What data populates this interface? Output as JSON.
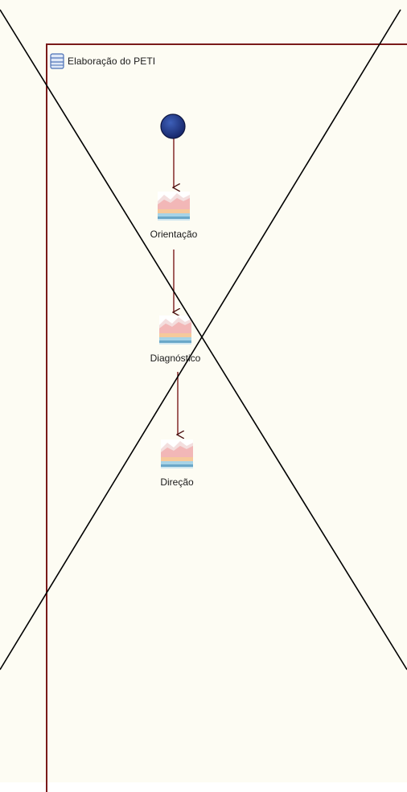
{
  "lane": {
    "title": "Elaboração do PETI",
    "icon": "swimlane-icon"
  },
  "nodes": [
    {
      "label": "Orientação",
      "icon": "activity-icon"
    },
    {
      "label": "Diagnóstico",
      "icon": "activity-icon"
    },
    {
      "label": "Direção",
      "icon": "activity-icon"
    }
  ],
  "start_node": {
    "icon": "initial-node-icon",
    "color": "#1f3a8a"
  },
  "colors": {
    "lane_border": "#7a1a1a",
    "flow_arrow": "#7a1a1a",
    "canvas": "#fdfcf3"
  }
}
